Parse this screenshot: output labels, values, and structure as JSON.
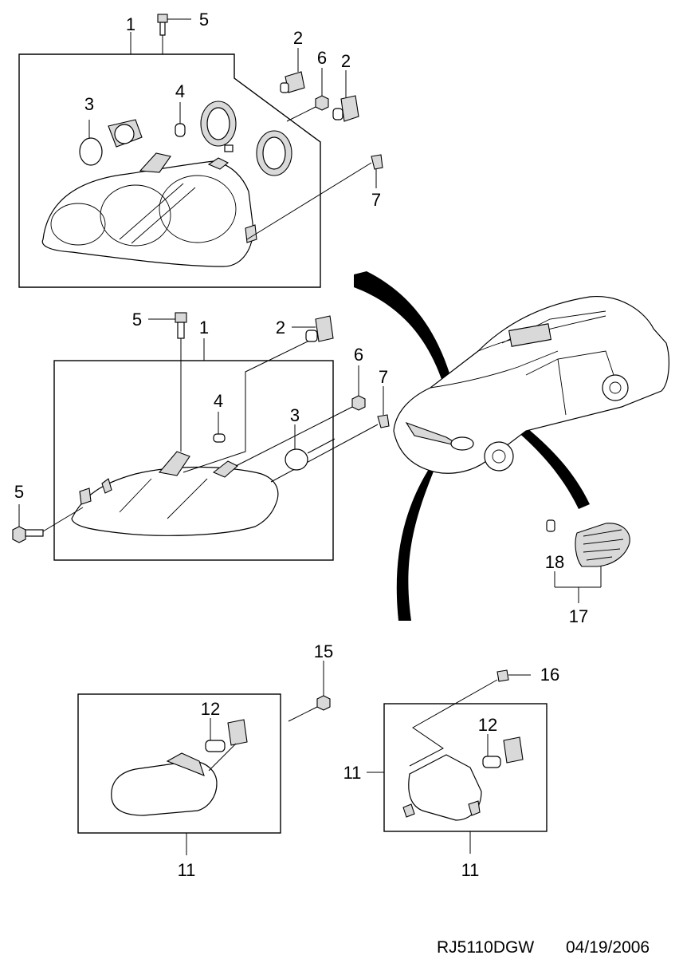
{
  "callouts": {
    "top_1": "1",
    "top_5": "5",
    "top_2a": "2",
    "top_6": "6",
    "top_2b": "2",
    "top_3": "3",
    "top_4": "4",
    "top_7": "7",
    "mid_5a": "5",
    "mid_1": "1",
    "mid_2": "2",
    "mid_6": "6",
    "mid_7": "7",
    "mid_4": "4",
    "mid_3": "3",
    "mid_5b": "5",
    "side_18": "18",
    "side_17": "17",
    "fl_15": "15",
    "fl_12": "12",
    "fl_11a": "11",
    "fr_16": "16",
    "fr_12": "12",
    "fr_11a": "11",
    "fr_11b": "11"
  },
  "footer": {
    "code": "RJ5110DGW",
    "date": "04/19/2006"
  }
}
